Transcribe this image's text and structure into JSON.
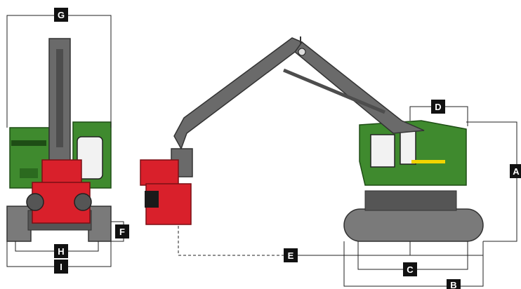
{
  "labels": {
    "a": "A",
    "b": "B",
    "c": "C",
    "d": "D",
    "e": "E",
    "f": "F",
    "g": "G",
    "h": "H",
    "i": "I"
  },
  "colors": {
    "cab_green": "#3f8a2e",
    "cab_green_dark": "#2b6a1f",
    "boom_gray": "#6a6a6a",
    "boom_gray_dark": "#4d4d4d",
    "head_red": "#d9202b",
    "track_gray": "#7a7a7a",
    "stripe_yellow": "#f2d400",
    "label_bg": "#111111",
    "dim_line": "#222222"
  }
}
